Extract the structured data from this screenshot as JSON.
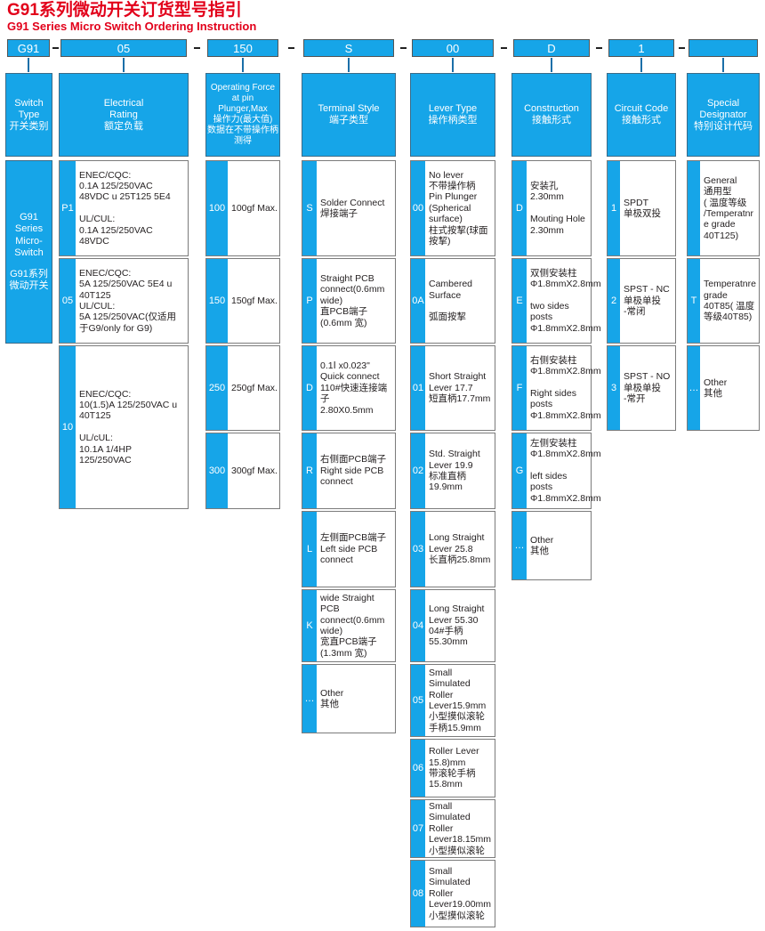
{
  "title": {
    "cn": "G91系列微动开关订货型号指引",
    "en": "G91 Series Micro Switch Ordering Instruction",
    "color": "#e2001a"
  },
  "theme": {
    "accent": "#16a5e8",
    "border": "#7b7b7b",
    "text": "#231f20"
  },
  "example_code": [
    "G91",
    "05",
    "150",
    "S",
    "00",
    "D",
    "1",
    ""
  ],
  "columns": [
    {
      "code": "G91",
      "category_en": "Switch\nType",
      "category_cn": "开关类别",
      "single_block": {
        "en": "G91\nSeries\nMicro-\nSwitch",
        "cn": "G91系列\n微动开关"
      },
      "options": []
    },
    {
      "code": "05",
      "category_en": "Electrical\nRating",
      "category_cn": "额定负载",
      "options": [
        {
          "code": "P1",
          "desc": "ENEC/CQC:\n0.1A 125/250VAC\n48VDC u 25T125 5E4\n\nUL/CUL:\n0.1A 125/250VAC\n48VDC"
        },
        {
          "code": "05",
          "desc": "ENEC/CQC:\n5A 125/250VAC 5E4 u\n40T125\nUL/CUL:\n5A 125/250VAC(仅适用\n于G9/only for G9)"
        },
        {
          "code": "10",
          "desc": "ENEC/CQC:\n10(1.5)A 125/250VAC u\n40T125\n\nUL/cUL:\n10.1A 1/4HP\n125/250VAC"
        }
      ]
    },
    {
      "code": "150",
      "category_en": "Operating Force\nat pin\nPlunger,Max",
      "category_cn": "操作力(最大值)\n数据在不带操作柄\n测得",
      "options": [
        {
          "code": "100",
          "desc": "100gf Max."
        },
        {
          "code": "150",
          "desc": "150gf Max."
        },
        {
          "code": "250",
          "desc": "250gf Max."
        },
        {
          "code": "300",
          "desc": "300gf Max."
        }
      ]
    },
    {
      "code": "S",
      "category_en": "Terminal Style",
      "category_cn": "端子类型",
      "options": [
        {
          "code": "S",
          "desc": "Solder Connect\n焊接端子"
        },
        {
          "code": "P",
          "desc": "Straight PCB\nconnect(0.6mm\nwide)\n直PCB端子\n(0.6mm 宽)"
        },
        {
          "code": "D",
          "desc": "0.1Ⅰ x0.023\"\nQuick connect\n110#快速连接端子\n2.80X0.5mm"
        },
        {
          "code": "R",
          "desc": "右侧面PCB端子\nRight side PCB\nconnect"
        },
        {
          "code": "L",
          "desc": "左侧面PCB端子\nLeft side PCB\nconnect"
        },
        {
          "code": "K",
          "desc": "wide  Straight\nPCB\nconnect(0.6mm\nwide)\n宽直PCB端子\n(1.3mm 宽)"
        },
        {
          "code": "…",
          "desc": "Other\n其他"
        }
      ]
    },
    {
      "code": "00",
      "category_en": "Lever Type",
      "category_cn": "操作柄类型",
      "options": [
        {
          "code": "00",
          "desc": "No lever\n不带操作柄\nPin Plunger\n(Spherical\nsurface)\n柱式按挈(球面\n按挈)"
        },
        {
          "code": "0A",
          "desc": "Cambered\nSurface\n\n弧面按挈"
        },
        {
          "code": "01",
          "desc": "Short Straight\nLever 17.7\n短直柄17.7mm"
        },
        {
          "code": "02",
          "desc": "Std. Straight\nLever 19.9\n标准直柄\n19.9mm"
        },
        {
          "code": "03",
          "desc": "Long Straight\nLever 25.8\n长直柄25.8mm"
        },
        {
          "code": "04",
          "desc": "Long Straight\nLever 55.30\n04#手柄\n55.30mm"
        },
        {
          "code": "05",
          "desc": "Small\nSimulated\nRoller\nLever15.9mm\n小型摸似滚轮\n手柄15.9mm"
        },
        {
          "code": "06",
          "desc": "Roller Lever\n15.8)mm\n带滚轮手柄\n15.8mm"
        },
        {
          "code": "07",
          "desc": "Small\nSimulated\nRoller\nLever18.15mm\n小型摸似滚轮"
        },
        {
          "code": "08",
          "desc": "Small\nSimulated\nRoller\nLever19.00mm\n小型摸似滚轮"
        }
      ]
    },
    {
      "code": "D",
      "category_en": "Construction",
      "category_cn": "接触形式",
      "options": [
        {
          "code": "D",
          "desc": "安装孔2.30mm\n\nMouting Hole\n2.30mm"
        },
        {
          "code": "E",
          "desc": "双侧安装柱\nΦ1.8mmX2.8mm\n\ntwo sides\nposts\nΦ1.8mmX2.8mm"
        },
        {
          "code": "F",
          "desc": "右侧安装柱\nΦ1.8mmX2.8mm\n\nRight  sides\nposts\nΦ1.8mmX2.8mm"
        },
        {
          "code": "G",
          "desc": "左侧安装柱\nΦ1.8mmX2.8mm\n\nleft   sides\nposts\nΦ1.8mmX2.8mm"
        },
        {
          "code": "…",
          "desc": "Other\n其他"
        }
      ]
    },
    {
      "code": "1",
      "category_en": "Circuit Code",
      "category_cn": "接触形式",
      "options": [
        {
          "code": "1",
          "desc": "SPDT\n单极双投"
        },
        {
          "code": "2",
          "desc": "SPST - NC\n单极单投\n-常闭"
        },
        {
          "code": "3",
          "desc": "SPST - NO\n单极单投\n-常开"
        }
      ]
    },
    {
      "code": "",
      "category_en": "Special\nDesignator",
      "category_cn": "特别设计代码",
      "options": [
        {
          "code": "",
          "desc": "General\n通用型\n( 温度等级\n/Temperatnr\ne grade\n40T125)"
        },
        {
          "code": "T",
          "desc": "Temperatnre\ngrade\n40T85( 温度\n等级40T85)"
        },
        {
          "code": "…",
          "desc": "Other\n其他"
        }
      ]
    }
  ]
}
